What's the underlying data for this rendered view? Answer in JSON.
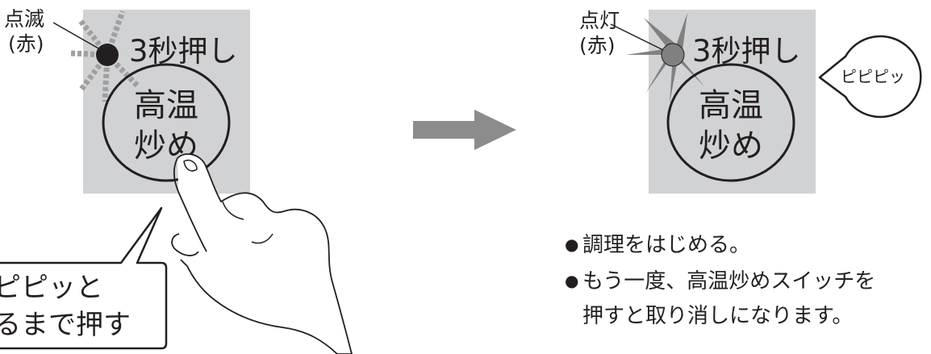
{
  "left_panel": {
    "indicator_label_line1": "点滅",
    "indicator_label_line2": "(赤)",
    "hold_text": "3秒押し",
    "button_line1": "高温",
    "button_line2": "炒め",
    "speech_line1": "ピピッと",
    "speech_line2": "るまで押す"
  },
  "arrow": {
    "color": "#8c8c8c"
  },
  "right_panel": {
    "indicator_label_line1": "点灯",
    "indicator_label_line2": "(赤)",
    "hold_text": "3秒押し",
    "button_line1": "高温",
    "button_line2": "炒め",
    "beep_text": "ピピピッ"
  },
  "notes": [
    {
      "bullet": "●",
      "lines": [
        "調理をはじめる。"
      ]
    },
    {
      "bullet": "●",
      "lines": [
        "もう一度、高温炒めスイッチを",
        "押すと取り消しになります。"
      ]
    }
  ],
  "colors": {
    "panel_gray": "#d1d2d4",
    "ink": "#231f20",
    "ray_gray": "#808080",
    "ray_dash_gray": "#a0a0a0"
  },
  "icons": {
    "blinking_lamp": "blinking-lamp-icon",
    "lit_lamp": "lit-lamp-icon",
    "hand": "pointing-hand-icon"
  }
}
